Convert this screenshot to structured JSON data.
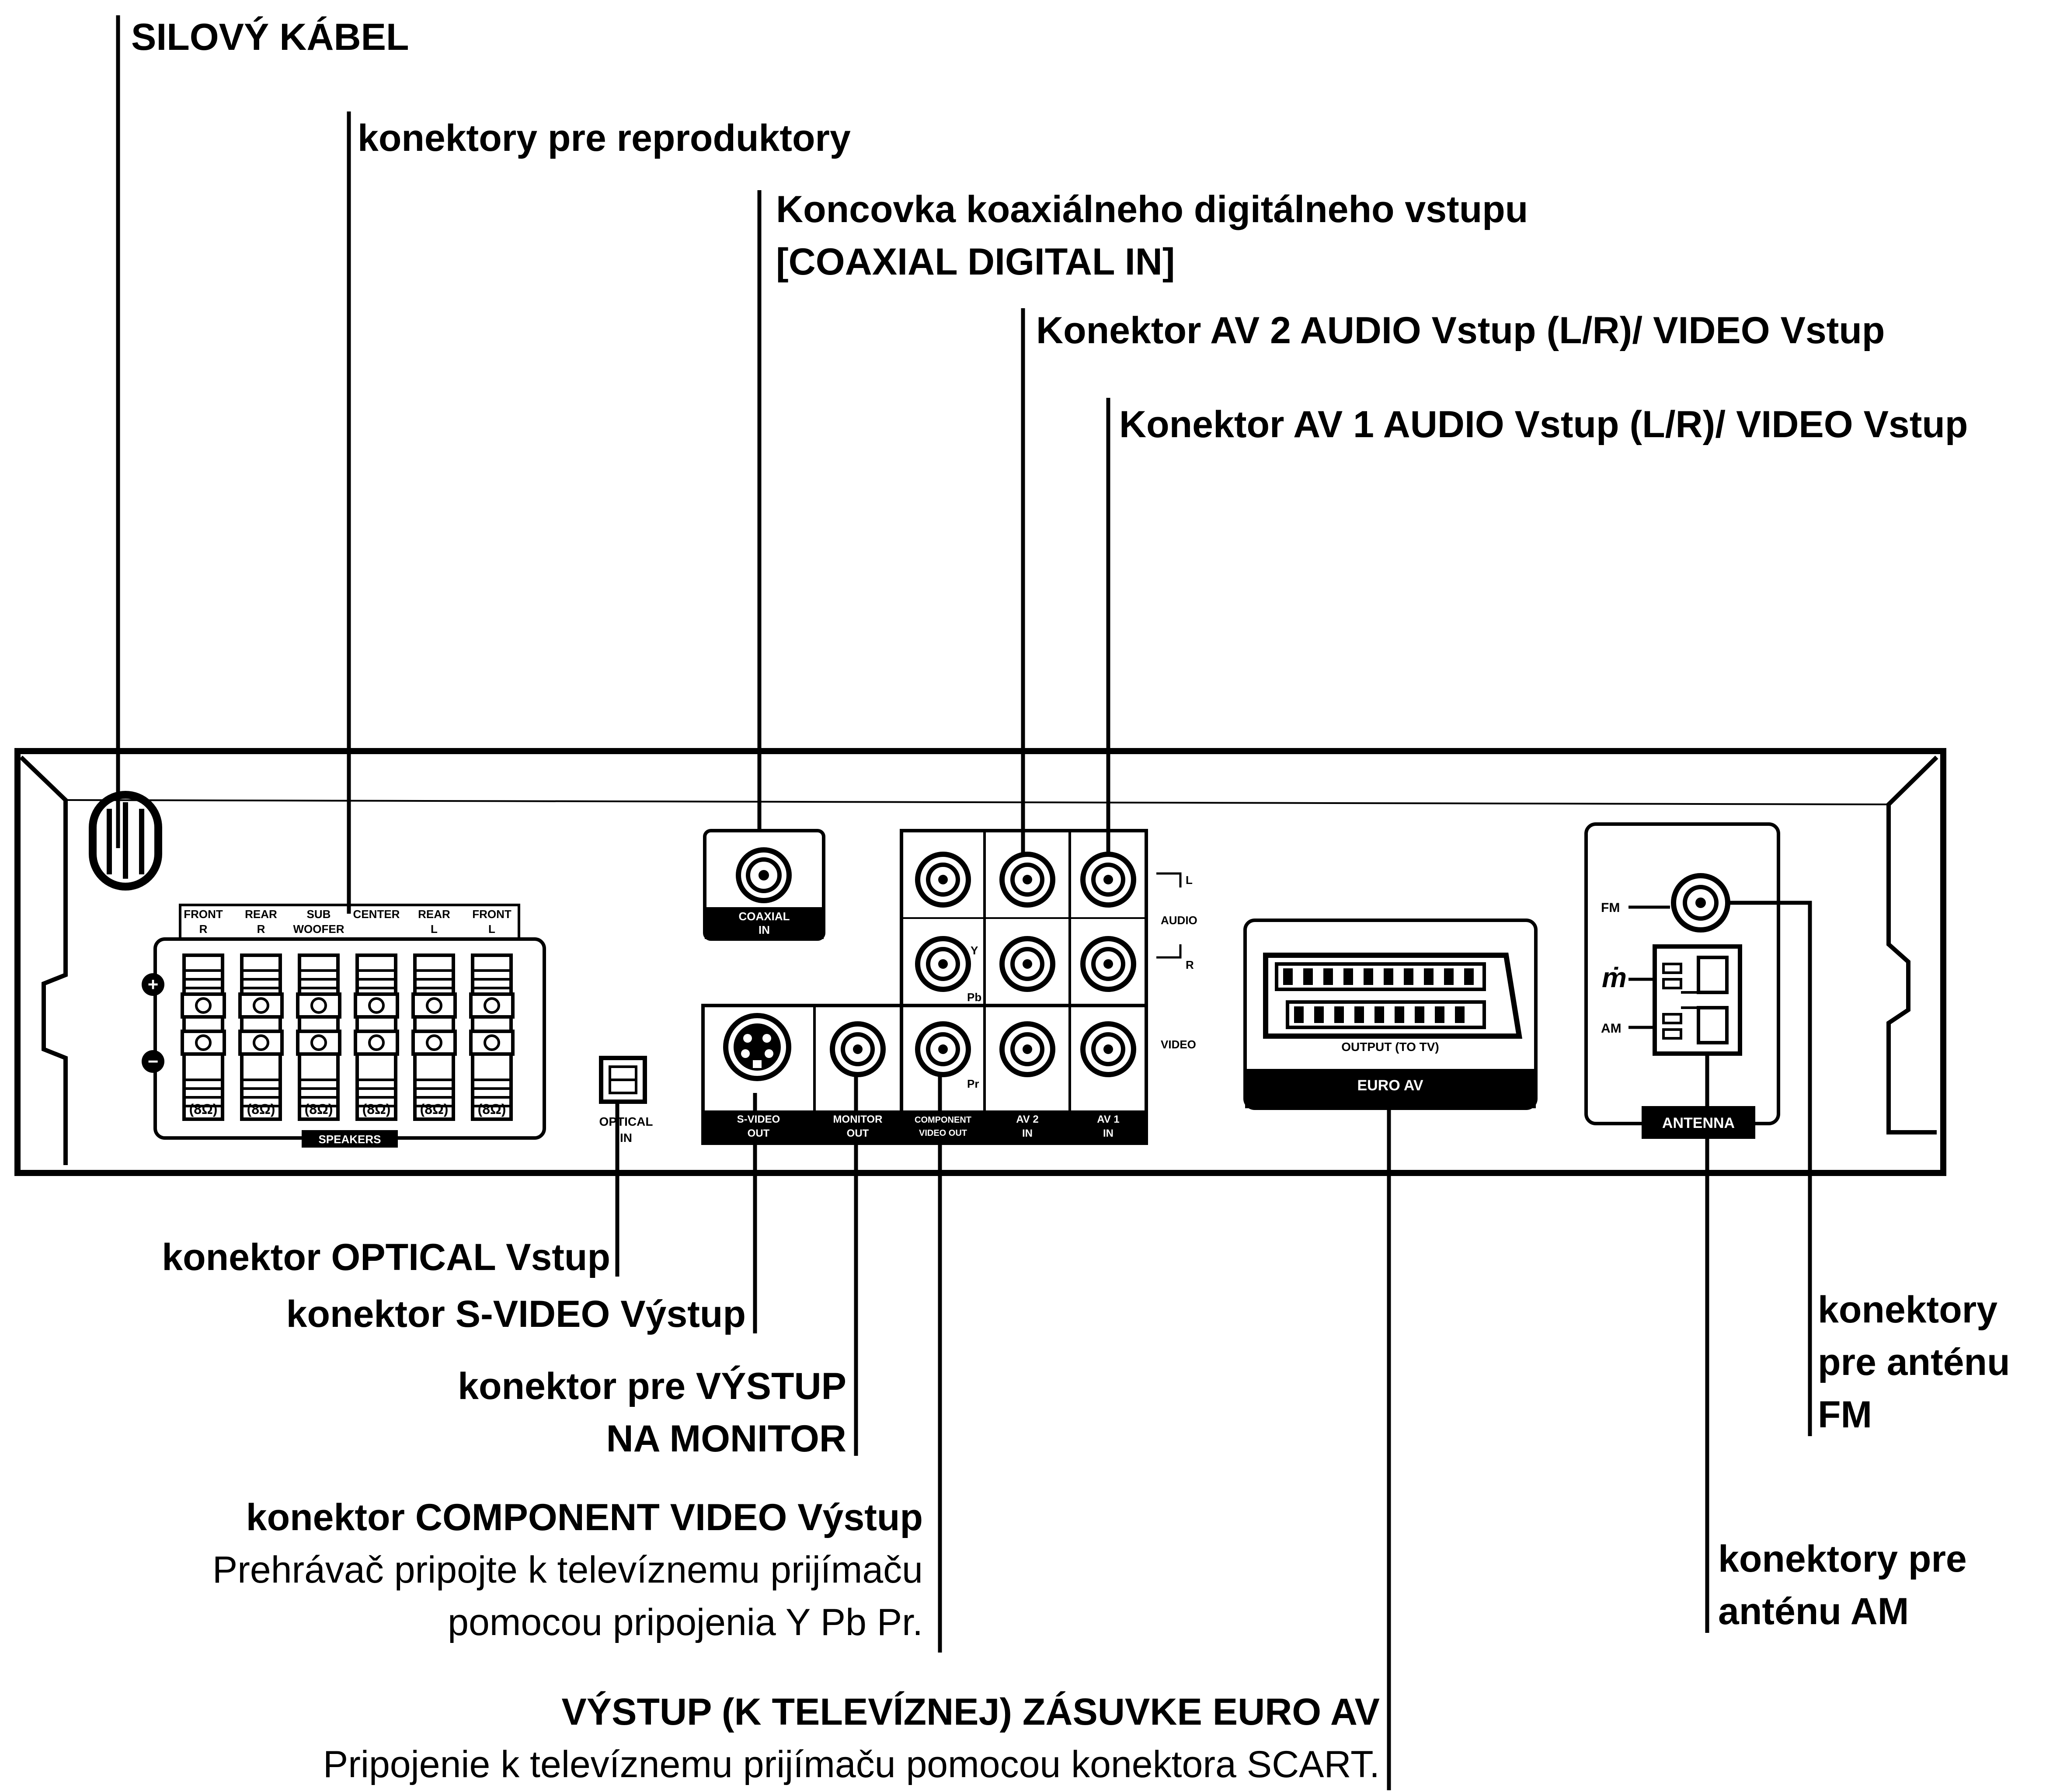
{
  "callouts": {
    "power_cable": "SILOVÝ KÁBEL",
    "speaker_connectors": "konektory pre reproduktory",
    "coaxial_line1": "Koncovka koaxiálneho digitálneho vstupu",
    "coaxial_line2": "[COAXIAL DIGITAL IN]",
    "av2": "Konektor AV 2 AUDIO Vstup (L/R)/ VIDEO Vstup",
    "av1": "Konektor AV 1 AUDIO Vstup (L/R)/ VIDEO Vstup",
    "optical": "konektor OPTICAL Vstup",
    "svideo": "konektor S-VIDEO Výstup",
    "monitor_line1": "konektor pre VÝSTUP",
    "monitor_line2": "NA MONITOR",
    "component_title": "konektor COMPONENT VIDEO Výstup",
    "component_desc1": "Prehrávač pripojte k televíznemu prijímaču",
    "component_desc2": "pomocou pripojenia Y Pb Pr.",
    "euro_title": "VÝSTUP (K TELEVÍZNEJ) ZÁSUVKE EURO AV",
    "euro_desc": "Pripojenie k televíznemu prijímaču pomocou konektora SCART.",
    "fm_line1": "konektory",
    "fm_line2": "pre anténu",
    "fm_line3": "FM",
    "am_line1": "konektory pre",
    "am_line2": "anténu AM"
  },
  "panel": {
    "speakers": {
      "channels": [
        {
          "top": "FRONT",
          "bottom": "R"
        },
        {
          "top": "REAR",
          "bottom": "R"
        },
        {
          "top": "SUB",
          "bottom": "WOOFER"
        },
        {
          "top": "CENTER",
          "bottom": ""
        },
        {
          "top": "REAR",
          "bottom": "L"
        },
        {
          "top": "FRONT",
          "bottom": "L"
        }
      ],
      "impedance": "(8Ω)",
      "label": "SPEAKERS",
      "plus": "+",
      "minus": "−"
    },
    "optical": {
      "line1": "OPTICAL",
      "line2": "IN"
    },
    "coaxial": {
      "line1": "COAXIAL",
      "line2": "IN"
    },
    "svideo": {
      "line1": "S-VIDEO",
      "line2": "OUT"
    },
    "monitor": {
      "line1": "MONITOR",
      "line2": "OUT"
    },
    "component": {
      "line1": "COMPONENT",
      "line2": "VIDEO OUT"
    },
    "av2": {
      "line1": "AV 2",
      "line2": "IN"
    },
    "av1": {
      "line1": "AV 1",
      "line2": "IN"
    },
    "jack_labels": {
      "y": "Y",
      "pb": "Pb",
      "pr": "Pr"
    },
    "side_labels": {
      "l": "L",
      "audio": "AUDIO",
      "r": "R",
      "video": "VIDEO"
    },
    "euro_av": {
      "caption": "OUTPUT (TO TV)",
      "label": "EURO AV"
    },
    "antenna": {
      "fm": "FM",
      "am": "AM",
      "label": "ANTENNA"
    }
  }
}
